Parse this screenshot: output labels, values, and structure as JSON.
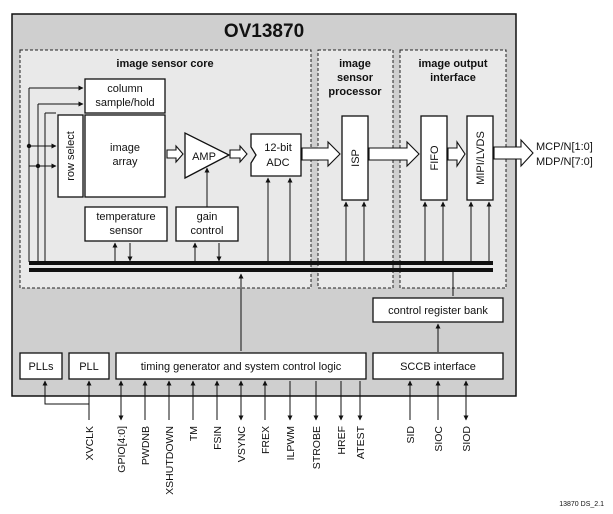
{
  "chip": {
    "title": "OV13870"
  },
  "sections": {
    "core": "image sensor core",
    "isp": [
      "image",
      "sensor",
      "processor"
    ],
    "output": [
      "image output",
      "interface"
    ]
  },
  "blocks": {
    "column": [
      "column",
      "sample/hold"
    ],
    "row_select": "row select",
    "image_array": [
      "image",
      "array"
    ],
    "amp": "AMP",
    "adc": [
      "12-bit",
      "ADC"
    ],
    "isp": "ISP",
    "fifo": "FIFO",
    "mipi": "MIPI/LVDS",
    "temperature": [
      "temperature",
      "sensor"
    ],
    "gain": [
      "gain",
      "control"
    ],
    "control_register": "control register bank",
    "plls": "PLLs",
    "pll": "PLL",
    "timing": "timing generator and system control logic",
    "sccb": "SCCB interface"
  },
  "outputs": [
    "MCP/N[1:0]",
    "MDP/N[7:0]"
  ],
  "pins": [
    "XVCLK",
    "GPIO[4:0]",
    "PWDNB",
    "XSHUTDOWN",
    "TM",
    "FSIN",
    "VSYNC",
    "FREX",
    "ILPWM",
    "STROBE",
    "HREF",
    "ATEST",
    "SID",
    "SIOC",
    "SIOD"
  ],
  "doc_code": "13870 DS_2.1"
}
